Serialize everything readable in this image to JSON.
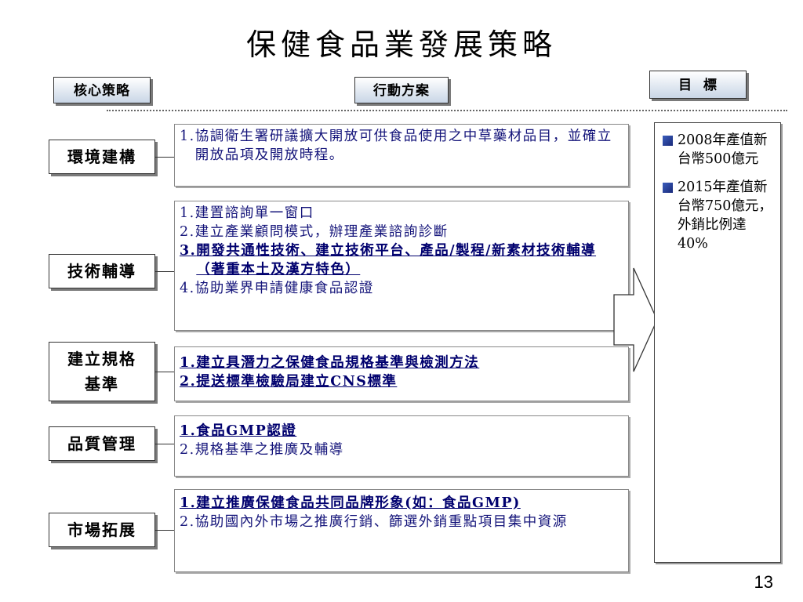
{
  "title": "保健食品業發展策略",
  "headers": {
    "core": "核心策略",
    "action": "行動方案",
    "target": "目  標"
  },
  "categories": [
    "環境建構",
    "技術輔導",
    "建立規格\n基準",
    "品質管理",
    "市場拓展"
  ],
  "actions": [
    {
      "items": [
        {
          "num": "1.",
          "text": "協調衛生署研議擴大開放可供食品使用之中草藥材品目，並確立開放品項及開放時程。",
          "em": false
        }
      ]
    },
    {
      "items": [
        {
          "num": "1.",
          "text": "建置諮詢單一窗口",
          "em": false
        },
        {
          "num": "2.",
          "text": "建立產業顧問模式，辦理產業諮詢診斷",
          "em": false
        },
        {
          "num": "3.",
          "text": "開發共通性技術、建立技術平台、產品/製程/新素材技術輔導（著重本土及漢方特色）",
          "em": true
        },
        {
          "num": "4.",
          "text": "協助業界申請健康食品認證",
          "em": false
        }
      ]
    },
    {
      "items": [
        {
          "num": "1.",
          "text": "建立具潛力之保健食品規格基準與檢測方法",
          "em": true
        },
        {
          "num": "2.",
          "text": "提送標準檢驗局建立CNS標準",
          "em": true
        }
      ]
    },
    {
      "items": [
        {
          "num": "1.",
          "text": "食品GMP認證",
          "em": true
        },
        {
          "num": "2.",
          "text": "規格基準之推廣及輔導",
          "em": false
        }
      ]
    },
    {
      "items": [
        {
          "num": "1.",
          "text": "建立推廣保健食品共同品牌形象(如：食品GMP)",
          "em": true
        },
        {
          "num": "2.",
          "text": "協助國內外市場之推廣行銷、篩選外銷重點項目集中資源",
          "em": false
        }
      ]
    }
  ],
  "goals": [
    "2008年產值新台幣500億元",
    "2015年產值新台幣750億元，外銷比例達40%"
  ],
  "page_number": "13"
}
